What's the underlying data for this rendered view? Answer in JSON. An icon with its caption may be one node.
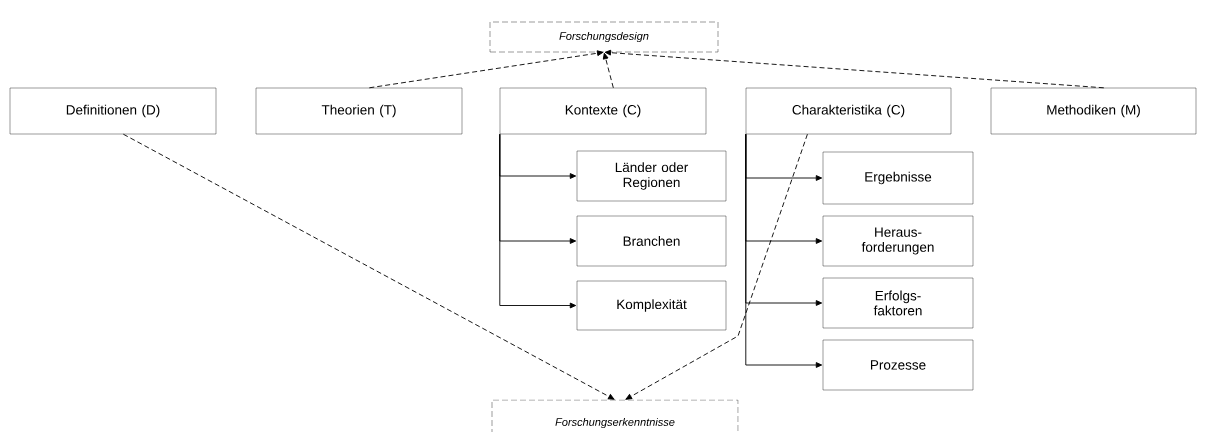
{
  "diagram": {
    "nodes": [
      {
        "text": [
          "Forschungsdesign"
        ]
      },
      {
        "text": [
          "Definitionen (D)"
        ]
      },
      {
        "text": [
          "Theorien (T)"
        ]
      },
      {
        "text": [
          "Kontexte (C)"
        ]
      },
      {
        "text": [
          "Charakteristika (C)"
        ]
      },
      {
        "text": [
          "Methodiken (M)"
        ]
      },
      {
        "text": [
          "Länder oder Regionen"
        ]
      },
      {
        "text": [
          "Branchen"
        ]
      },
      {
        "text": [
          "Komplexität"
        ]
      },
      {
        "text": [
          "Ergebnisse"
        ]
      },
      {
        "text": [
          "Heraus- forderungen"
        ]
      },
      {
        "text": [
          "Erfolgs- faktoren"
        ]
      },
      {
        "text": [
          "Prozesse"
        ]
      },
      {
        "text": [
          "Forschungserkenntnisse"
        ]
      }
    ],
    "edges": [
      {
        "from": 2,
        "to": 0,
        "arrow": "to",
        "style": "dashed"
      },
      {
        "from": 3,
        "to": 0,
        "arrow": "to",
        "style": "dashed"
      },
      {
        "from": 5,
        "to": 0,
        "arrow": "to",
        "style": "dashed"
      },
      {
        "from": 3,
        "to": 6,
        "arrow": "to"
      },
      {
        "from": 3,
        "to": 7,
        "arrow": "to"
      },
      {
        "from": 3,
        "to": 8,
        "arrow": "to"
      },
      {
        "from": 4,
        "to": 9,
        "arrow": "to"
      },
      {
        "from": 4,
        "to": 10,
        "arrow": "to"
      },
      {
        "from": 4,
        "to": 11,
        "arrow": "to"
      },
      {
        "from": 4,
        "to": 12,
        "arrow": "to"
      },
      {
        "from": 1,
        "to": 13,
        "arrow": "to",
        "style": "dashed"
      },
      {
        "from": 4,
        "to": 13,
        "arrow": "to",
        "style": "dashed"
      }
    ]
  }
}
